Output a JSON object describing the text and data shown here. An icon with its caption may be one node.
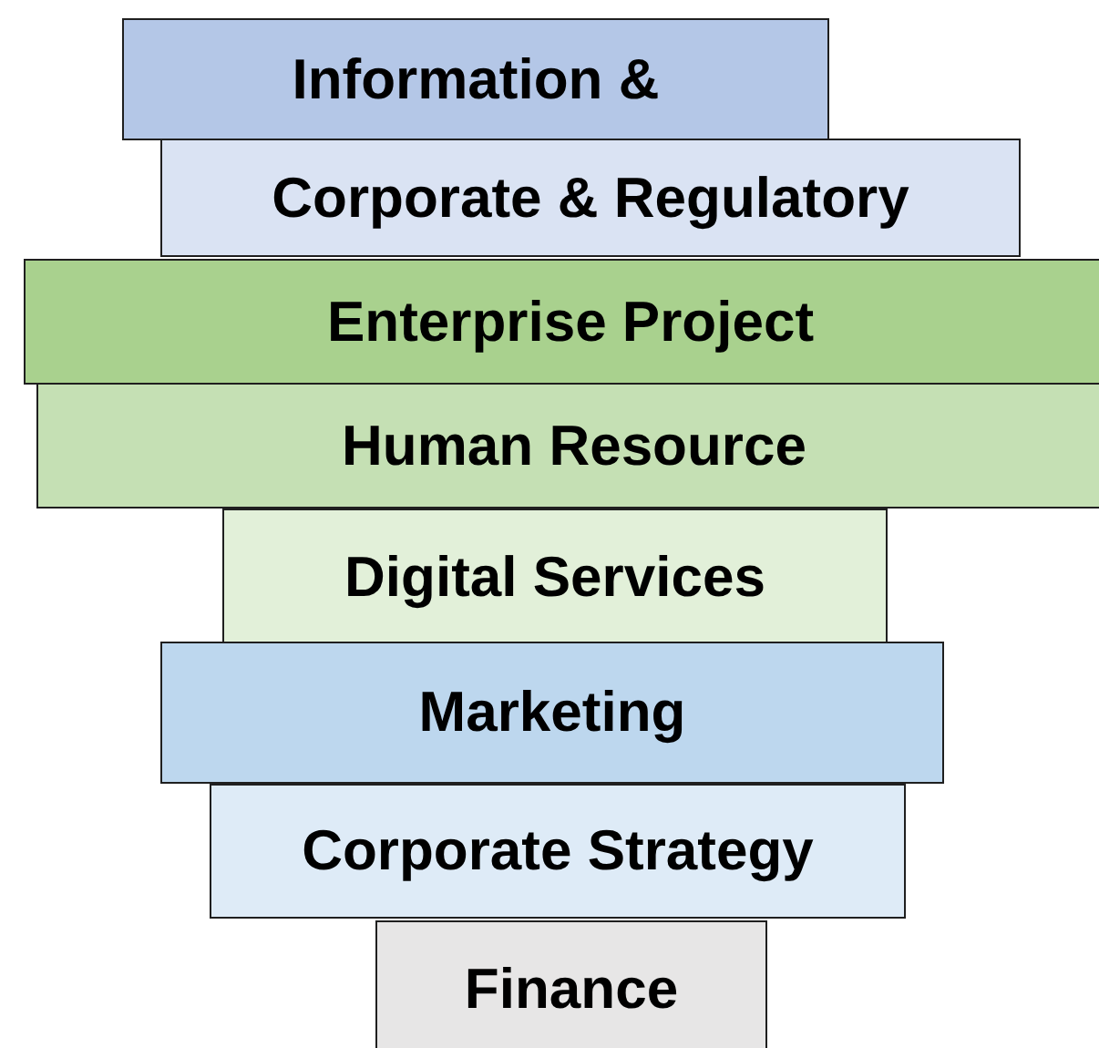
{
  "diagram": {
    "nodes": [
      {
        "text": [
          "Information &"
        ]
      },
      {
        "text": [
          "Corporate & Regulatory"
        ]
      },
      {
        "text": [
          "Enterprise Project"
        ]
      },
      {
        "text": [
          "Human Resource"
        ]
      },
      {
        "text": [
          "Digital Services"
        ]
      },
      {
        "text": [
          "Marketing"
        ]
      },
      {
        "text": [
          "Corporate Strategy"
        ]
      },
      {
        "text": [
          "Finance"
        ]
      }
    ]
  }
}
